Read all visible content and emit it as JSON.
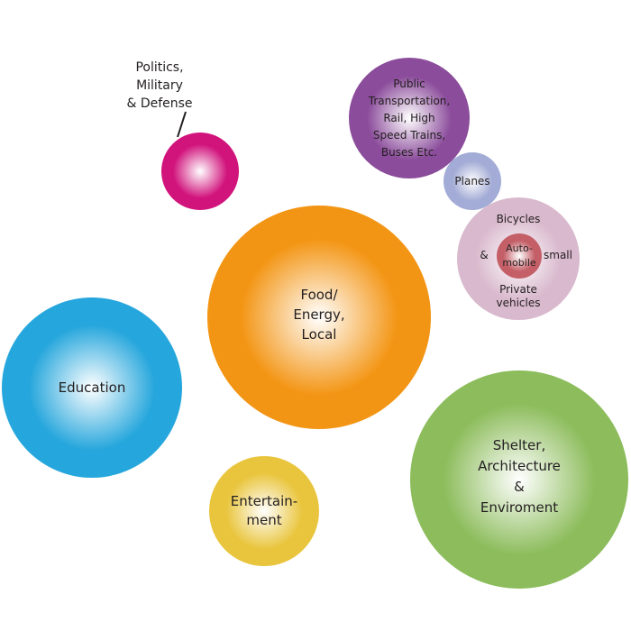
{
  "bubbles": [
    {
      "id": "politics",
      "color": "#d1137c",
      "lines": []
    },
    {
      "id": "transport",
      "color": "#8b4c9b",
      "lines": [
        "Public",
        "Transportation,",
        "Rail, High",
        "Speed Trains,",
        "Buses Etc."
      ]
    },
    {
      "id": "planes",
      "color": "#a3acd6",
      "lines": [
        "Planes"
      ]
    },
    {
      "id": "private",
      "color": "#d9b9cd",
      "lines": []
    },
    {
      "id": "automobile",
      "color": "#c45e67",
      "lines": [
        "Auto-",
        "mobile"
      ]
    },
    {
      "id": "food",
      "color": "#f39514",
      "lines": [
        "Food/",
        "Energy,",
        "Local"
      ]
    },
    {
      "id": "education",
      "color": "#25a6dc",
      "lines": [
        "Education"
      ]
    },
    {
      "id": "entertainment",
      "color": "#e9c53d",
      "lines": [
        "Entertain-",
        "ment"
      ]
    },
    {
      "id": "shelter",
      "color": "#8cbc5b",
      "lines": [
        "Shelter,",
        "Architecture",
        "&",
        "Enviroment"
      ]
    }
  ],
  "politics_label": [
    "Politics,",
    "Military",
    "& Defense"
  ],
  "private_labels": {
    "top": "Bicycles",
    "left": "&",
    "right": "small",
    "bottom": [
      "Private",
      "vehicles"
    ]
  },
  "callout_color": "#231f20"
}
